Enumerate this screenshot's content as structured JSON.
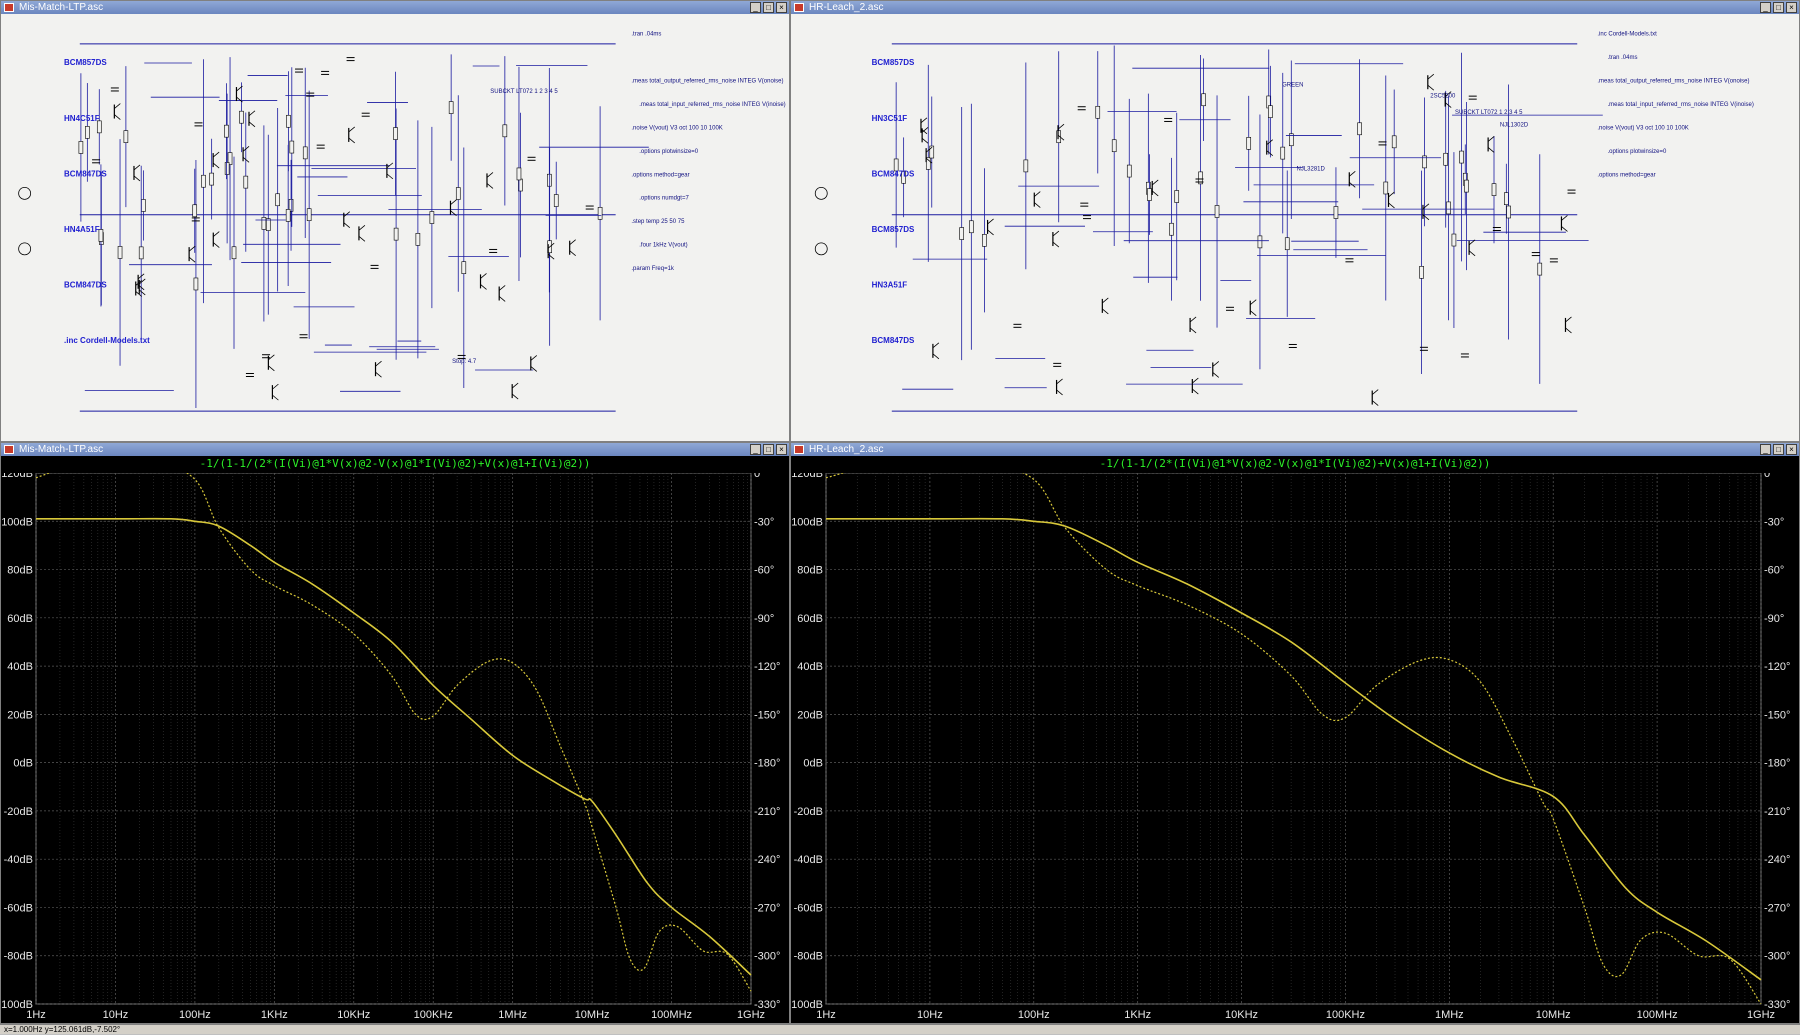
{
  "colors": {
    "plot_bg": "#000000",
    "grid": "#3a3a3a",
    "trace": "#d8c83a",
    "expr_text": "#2cf028",
    "wire": "#1a1aa0",
    "component_label": "#101080"
  },
  "status_bar": {
    "text": "x=1.000Hz  y=125.061dB,-7.502°"
  },
  "schematic_left": {
    "title": "Mis-Match-LTP.asc",
    "labels": [
      {
        "text": "BCM857DS"
      },
      {
        "text": "HN4C51F"
      },
      {
        "text": "BCM847DS"
      },
      {
        "text": "HN4A51F"
      },
      {
        "text": "BCM847DS"
      },
      {
        "text": ".inc Cordell-Models.txt"
      },
      {
        "text": ".tran .04ms"
      },
      {
        "text": "Stop: 4.7"
      },
      {
        "text": ".meas total_output_referred_rms_noise INTEG V(onoise)"
      },
      {
        "text": ".meas total_input_referred_rms_noise INTEG V(inoise)"
      },
      {
        "text": ".noise V(vout) V3 oct 100 10 100K"
      },
      {
        "text": ".options plotwinsize=0"
      },
      {
        "text": ".options method=gear"
      },
      {
        "text": ".options numdgt=7"
      },
      {
        "text": ".step temp 25 50 75"
      },
      {
        "text": ".four 1kHz V(vout)"
      },
      {
        "text": ".param Freq=1k"
      },
      {
        "text": "SUBCKT LT072   1 2 3 4 5"
      }
    ]
  },
  "schematic_right": {
    "title": "HR-Leach_2.asc",
    "labels": [
      {
        "text": "BCM857DS"
      },
      {
        "text": "HN3C51F"
      },
      {
        "text": "BCM847DS"
      },
      {
        "text": "BCM857DS"
      },
      {
        "text": "HN3A51F"
      },
      {
        "text": "BCM847DS"
      },
      {
        "text": ".inc Cordell-Models.txt"
      },
      {
        "text": ".tran .04ms"
      },
      {
        "text": ".meas total_output_referred_rms_noise INTEG V(onoise)"
      },
      {
        "text": ".meas total_input_referred_rms_noise INTEG V(inoise)"
      },
      {
        "text": ".noise V(vout) V3 oct 100 10 100K"
      },
      {
        "text": ".options plotwinsize=0"
      },
      {
        "text": ".options method=gear"
      },
      {
        "text": "SUBCKT LT072   1 2 3 4 5"
      },
      {
        "text": "NJL3281D"
      },
      {
        "text": "NJL1302D"
      },
      {
        "text": "2SC5200"
      },
      {
        "text": "GREEN"
      }
    ]
  },
  "plot_left": {
    "title": "Mis-Match-LTP.asc",
    "expression": "-1/(1-1/(2*(I(Vi)@1*V(x)@2-V(x)@1*I(Vi)@2)+V(x)@1+I(Vi)@2))"
  },
  "plot_right": {
    "title": "HR-Leach_2.asc",
    "expression": "-1/(1-1/(2*(I(Vi)@1*V(x)@2-V(x)@1*I(Vi)@2)+V(x)@1+I(Vi)@2))"
  },
  "chart_data": [
    {
      "type": "line",
      "title": "-1/(1-1/(2*(I(Vi)@1*V(x)@2-V(x)@1*I(Vi)@2)+V(x)@1+I(Vi)@2))",
      "x_scale": "log",
      "xlim": [
        1,
        1000000000
      ],
      "x_tick_labels": [
        "1Hz",
        "10Hz",
        "100Hz",
        "1KHz",
        "10KHz",
        "100KHz",
        "1MHz",
        "10MHz",
        "100MHz",
        "1GHz"
      ],
      "ylim": [
        -100,
        120
      ],
      "y_tick_labels": [
        "120dB",
        "100dB",
        "80dB",
        "60dB",
        "40dB",
        "20dB",
        "0dB",
        "-20dB",
        "-40dB",
        "-60dB",
        "-80dB",
        "-100dB"
      ],
      "y2lim": [
        -330,
        0
      ],
      "y2_tick_labels": [
        "0°",
        "-30°",
        "-60°",
        "-90°",
        "-120°",
        "-150°",
        "-180°",
        "-210°",
        "-240°",
        "-270°",
        "-300°",
        "-330°"
      ],
      "series": [
        {
          "style": "solid",
          "axis": "left",
          "points": [
            [
              1,
              101
            ],
            [
              10,
              101
            ],
            [
              50,
              101
            ],
            [
              100,
              100
            ],
            [
              200,
              98
            ],
            [
              500,
              90
            ],
            [
              1000,
              83
            ],
            [
              3000,
              74
            ],
            [
              10000,
              62
            ],
            [
              30000,
              50
            ],
            [
              100000,
              32
            ],
            [
              300000,
              18
            ],
            [
              1000000,
              3
            ],
            [
              3000000,
              -7
            ],
            [
              8000000,
              -15
            ],
            [
              10000000,
              -16
            ],
            [
              20000000,
              -30
            ],
            [
              50000000,
              -50
            ],
            [
              100000000,
              -60
            ],
            [
              300000000,
              -72
            ],
            [
              1000000000,
              -88
            ]
          ]
        },
        {
          "style": "dotted",
          "axis": "right",
          "points": [
            [
              1,
              -3
            ],
            [
              3,
              5
            ],
            [
              10,
              9
            ],
            [
              30,
              8
            ],
            [
              100,
              -4
            ],
            [
              200,
              -34
            ],
            [
              500,
              -60
            ],
            [
              1000,
              -70
            ],
            [
              3000,
              -82
            ],
            [
              10000,
              -100
            ],
            [
              30000,
              -126
            ],
            [
              60000,
              -150
            ],
            [
              100000,
              -151
            ],
            [
              200000,
              -132
            ],
            [
              500000,
              -117
            ],
            [
              1000000,
              -118
            ],
            [
              2000000,
              -135
            ],
            [
              4000000,
              -170
            ],
            [
              8000000,
              -205
            ],
            [
              10000000,
              -220
            ],
            [
              20000000,
              -270
            ],
            [
              30000000,
              -302
            ],
            [
              45000000,
              -308
            ],
            [
              70000000,
              -285
            ],
            [
              120000000,
              -282
            ],
            [
              250000000,
              -297
            ],
            [
              500000000,
              -299
            ],
            [
              1000000000,
              -322
            ]
          ]
        }
      ]
    },
    {
      "type": "line",
      "title": "-1/(1-1/(2*(I(Vi)@1*V(x)@2-V(x)@1*I(Vi)@2)+V(x)@1+I(Vi)@2))",
      "x_scale": "log",
      "xlim": [
        1,
        1000000000
      ],
      "x_tick_labels": [
        "1Hz",
        "10Hz",
        "100Hz",
        "1KHz",
        "10KHz",
        "100KHz",
        "1MHz",
        "10MHz",
        "100MHz",
        "1GHz"
      ],
      "ylim": [
        -100,
        120
      ],
      "y_tick_labels": [
        "120dB",
        "100dB",
        "80dB",
        "60dB",
        "40dB",
        "20dB",
        "0dB",
        "-20dB",
        "-40dB",
        "-60dB",
        "-80dB",
        "-100dB"
      ],
      "y2lim": [
        -330,
        0
      ],
      "y2_tick_labels": [
        "0°",
        "-30°",
        "-60°",
        "-90°",
        "-120°",
        "-150°",
        "-180°",
        "-210°",
        "-240°",
        "-270°",
        "-300°",
        "-330°"
      ],
      "series": [
        {
          "style": "solid",
          "axis": "left",
          "points": [
            [
              1,
              101
            ],
            [
              10,
              101
            ],
            [
              50,
              101
            ],
            [
              100,
              100
            ],
            [
              200,
              98
            ],
            [
              500,
              90
            ],
            [
              1000,
              83
            ],
            [
              3000,
              74
            ],
            [
              10000,
              62
            ],
            [
              30000,
              50
            ],
            [
              100000,
              33
            ],
            [
              300000,
              18
            ],
            [
              1000000,
              4
            ],
            [
              3000000,
              -6
            ],
            [
              10000000,
              -14
            ],
            [
              20000000,
              -30
            ],
            [
              50000000,
              -52
            ],
            [
              100000000,
              -62
            ],
            [
              300000000,
              -74
            ],
            [
              1000000000,
              -90
            ]
          ]
        },
        {
          "style": "dotted",
          "axis": "right",
          "points": [
            [
              1,
              -3
            ],
            [
              3,
              5
            ],
            [
              10,
              9
            ],
            [
              30,
              8
            ],
            [
              100,
              -4
            ],
            [
              200,
              -34
            ],
            [
              500,
              -60
            ],
            [
              1000,
              -70
            ],
            [
              3000,
              -82
            ],
            [
              10000,
              -100
            ],
            [
              30000,
              -126
            ],
            [
              60000,
              -150
            ],
            [
              100000,
              -152
            ],
            [
              200000,
              -132
            ],
            [
              500000,
              -117
            ],
            [
              1000000,
              -116
            ],
            [
              2000000,
              -130
            ],
            [
              4000000,
              -165
            ],
            [
              8000000,
              -205
            ],
            [
              10000000,
              -215
            ],
            [
              20000000,
              -270
            ],
            [
              30000000,
              -305
            ],
            [
              45000000,
              -312
            ],
            [
              70000000,
              -290
            ],
            [
              120000000,
              -286
            ],
            [
              250000000,
              -300
            ],
            [
              500000000,
              -302
            ],
            [
              1000000000,
              -330
            ]
          ]
        }
      ]
    }
  ]
}
